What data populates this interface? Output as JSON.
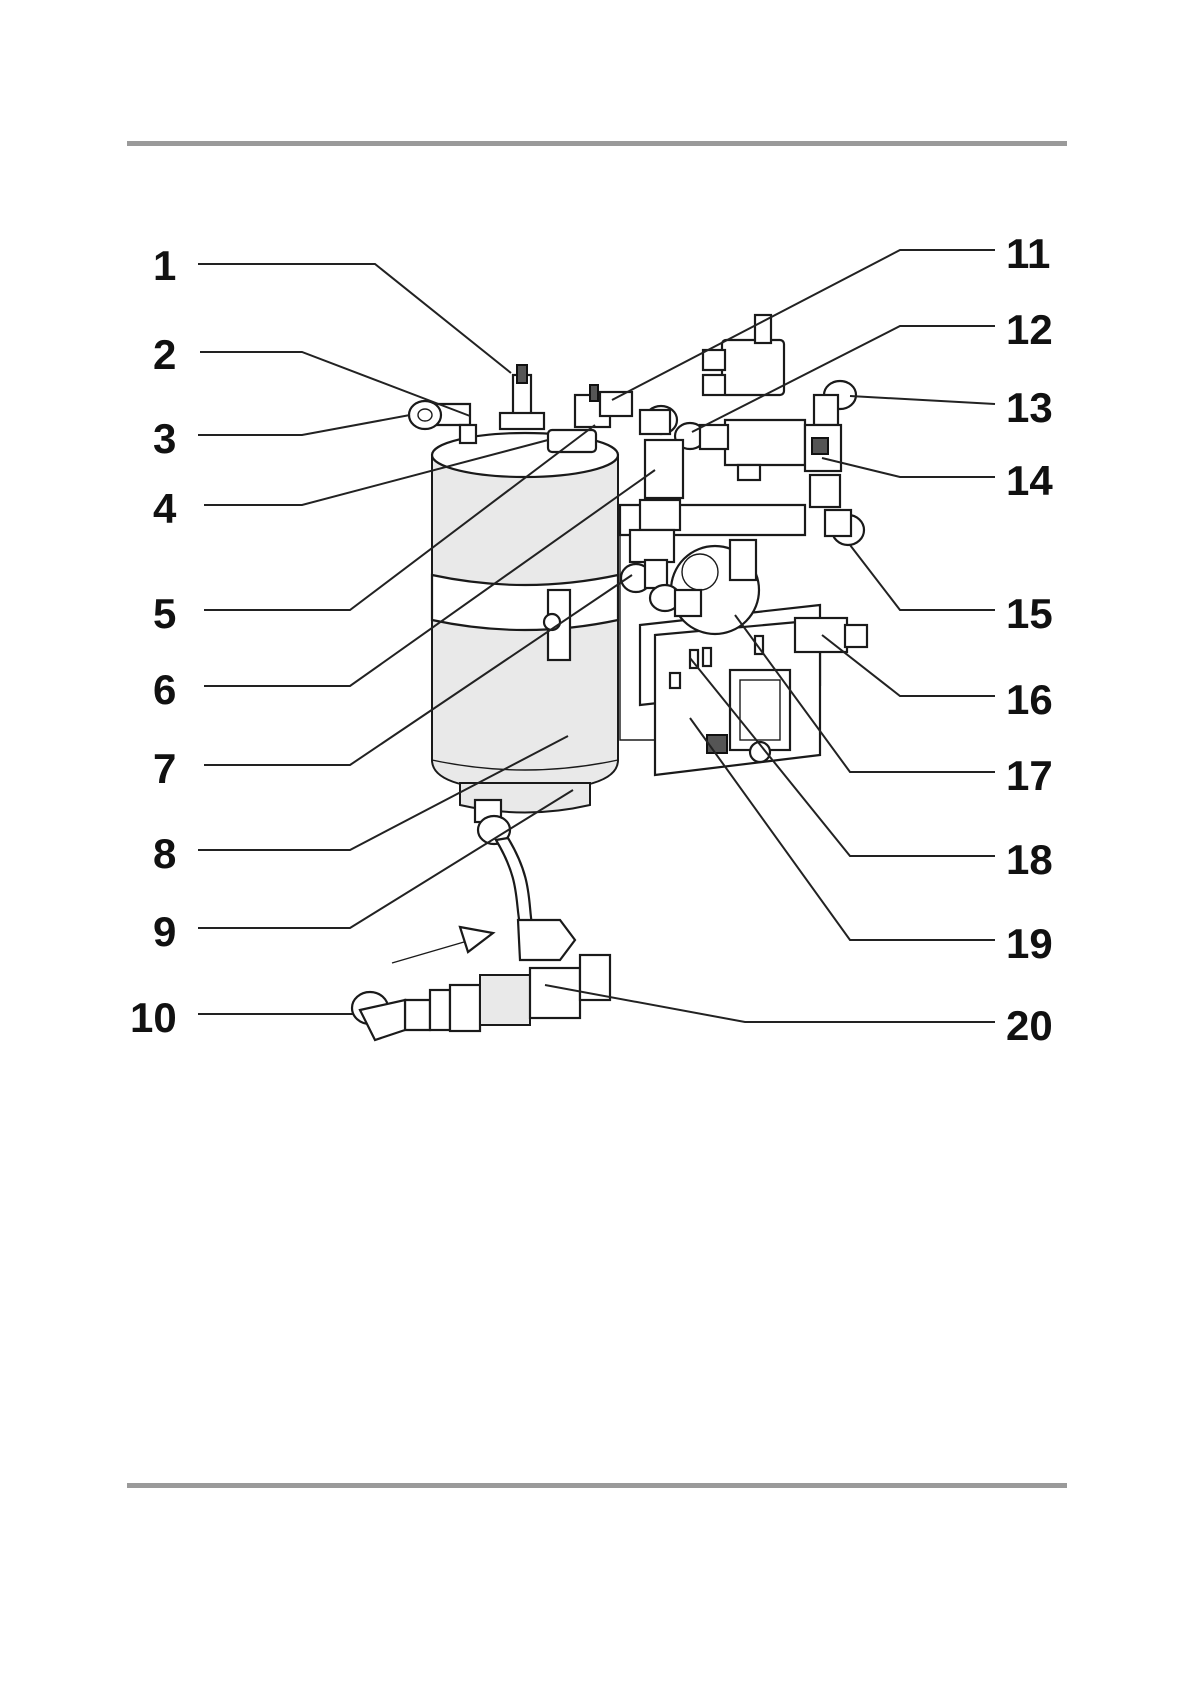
{
  "colors": {
    "rule": "#9a9a9a",
    "ink": "#111111",
    "background": "#ffffff"
  },
  "callouts": [
    {
      "label": "1",
      "name": "callout-1"
    },
    {
      "label": "2",
      "name": "callout-2"
    },
    {
      "label": "3",
      "name": "callout-3"
    },
    {
      "label": "4",
      "name": "callout-4"
    },
    {
      "label": "5",
      "name": "callout-5"
    },
    {
      "label": "6",
      "name": "callout-6"
    },
    {
      "label": "7",
      "name": "callout-7"
    },
    {
      "label": "8",
      "name": "callout-8"
    },
    {
      "label": "9",
      "name": "callout-9"
    },
    {
      "label": "10",
      "name": "callout-10"
    },
    {
      "label": "11",
      "name": "callout-11"
    },
    {
      "label": "12",
      "name": "callout-12"
    },
    {
      "label": "13",
      "name": "callout-13"
    },
    {
      "label": "14",
      "name": "callout-14"
    },
    {
      "label": "15",
      "name": "callout-15"
    },
    {
      "label": "16",
      "name": "callout-16"
    },
    {
      "label": "17",
      "name": "callout-17"
    },
    {
      "label": "18",
      "name": "callout-18"
    },
    {
      "label": "19",
      "name": "callout-19"
    },
    {
      "label": "20",
      "name": "callout-20"
    }
  ]
}
